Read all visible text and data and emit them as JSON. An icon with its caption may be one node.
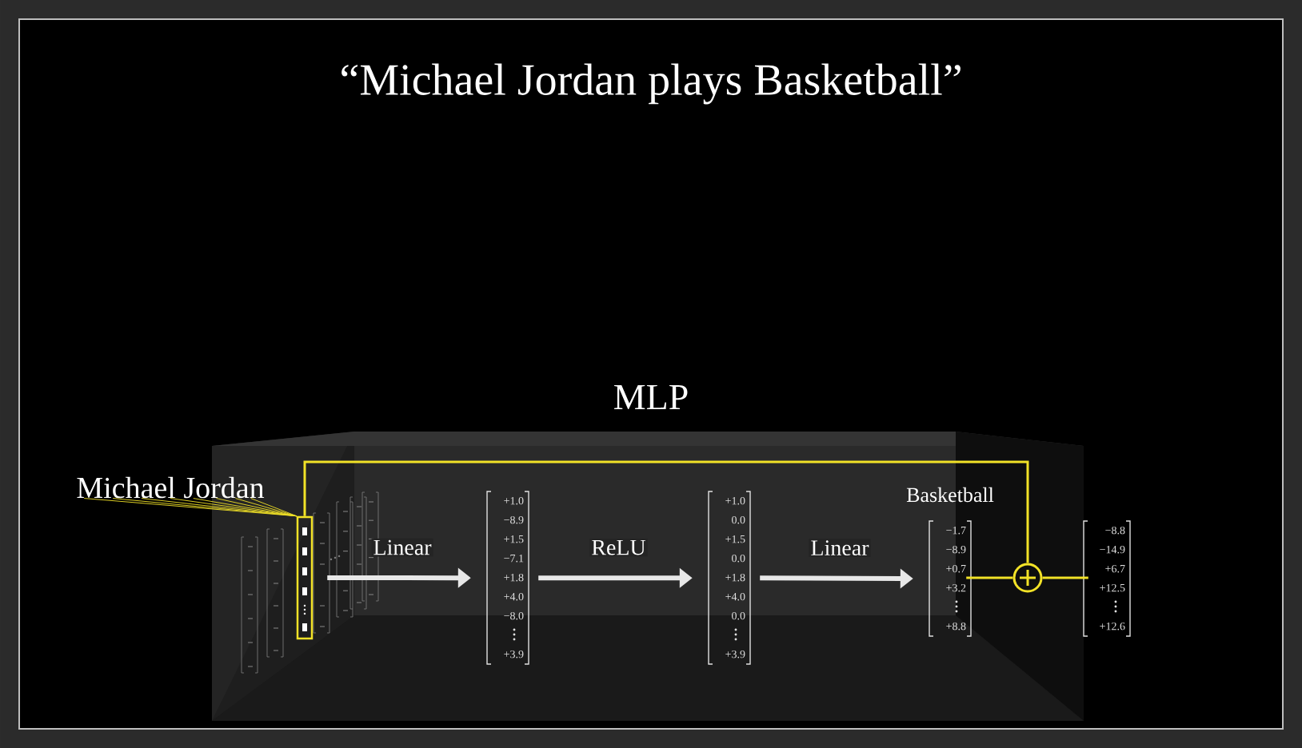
{
  "diagram": {
    "title": "“Michael Jordan plays Basketball”",
    "nodes": [
      {
        "text": [
          "Michael Jordan"
        ]
      },
      {
        "text": [],
        "shape": "box"
      },
      {
        "text": [
          "+1.0",
          "−8.9",
          "+1.5",
          "−7.1",
          "+1.8",
          "+4.0",
          "−8.0",
          "+3.9"
        ]
      },
      {
        "text": [
          "+1.0",
          "0.0",
          "+1.5",
          "0.0",
          "+1.8",
          "+4.0",
          "0.0",
          "+3.9"
        ]
      },
      {
        "text": [
          "−1.7",
          "−8.9",
          "+0.7",
          "+3.2",
          "+8.8"
        ],
        "beside": [
          "Basketball"
        ]
      },
      {
        "text": [],
        "shape": "circle"
      },
      {
        "text": [
          "−8.8",
          "−14.9",
          "+6.7",
          "+12.5",
          "+12.6"
        ]
      }
    ],
    "edges": [
      {
        "from": 0,
        "to": 1,
        "arrow": "none",
        "color": "#f2e227"
      },
      {
        "from": 1,
        "to": 2,
        "arrow": "to",
        "label": "Linear",
        "style": "thick",
        "color": "#e8e8e8"
      },
      {
        "from": 2,
        "to": 3,
        "arrow": "to",
        "label": "ReLU",
        "style": "thick",
        "color": "#e8e8e8"
      },
      {
        "from": 3,
        "to": 4,
        "arrow": "to",
        "label": "Linear",
        "style": "thick",
        "color": "#e8e8e8"
      },
      {
        "from": 1,
        "to": 5,
        "arrow": "none",
        "color": "#f2e227"
      },
      {
        "from": 4,
        "to": 5,
        "arrow": "none",
        "color": "#f2e227"
      },
      {
        "from": 5,
        "to": 6,
        "arrow": "none",
        "color": "#f2e227"
      }
    ],
    "labels": [
      "MLP"
    ]
  }
}
